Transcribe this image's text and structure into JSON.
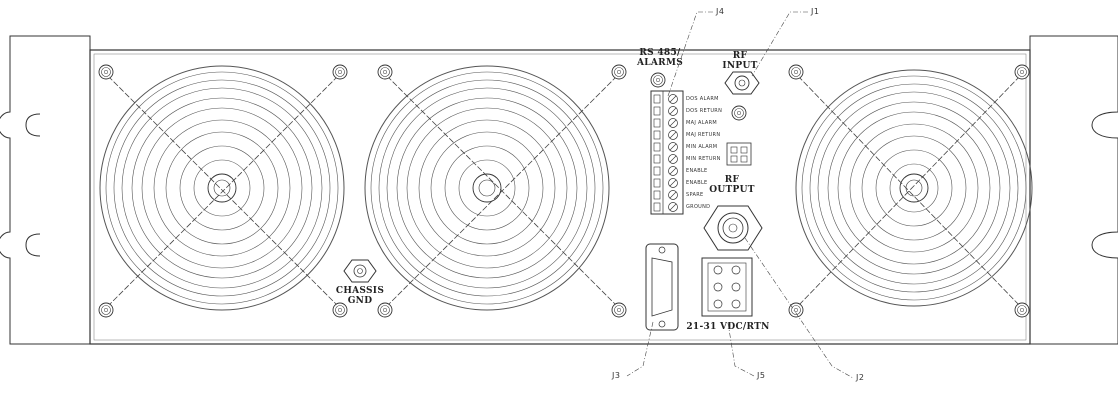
{
  "labels": {
    "rs485_line1": "RS 485/",
    "rs485_line2": "ALARMS",
    "rf_input_line1": "RF",
    "rf_input_line2": "INPUT",
    "rf_output_line1": "RF",
    "rf_output_line2": "OUTPUT",
    "chassis_gnd_line1": "CHASSIS",
    "chassis_gnd_line2": "GND",
    "power": "21-31 VDC/RTN"
  },
  "callouts": {
    "j1": "J1",
    "j2": "J2",
    "j3": "J3",
    "j4": "J4",
    "j5": "J5"
  },
  "terminal_labels": [
    "DOS ALARM",
    "DOS RETURN",
    "MAJ ALARM",
    "MAJ RETURN",
    "MIN ALARM",
    "MIN RETURN",
    "ENABLE",
    "ENABLE",
    "SPARE",
    "GROUND"
  ],
  "colors": {
    "line": "#333333",
    "panel": "#ffffff"
  }
}
